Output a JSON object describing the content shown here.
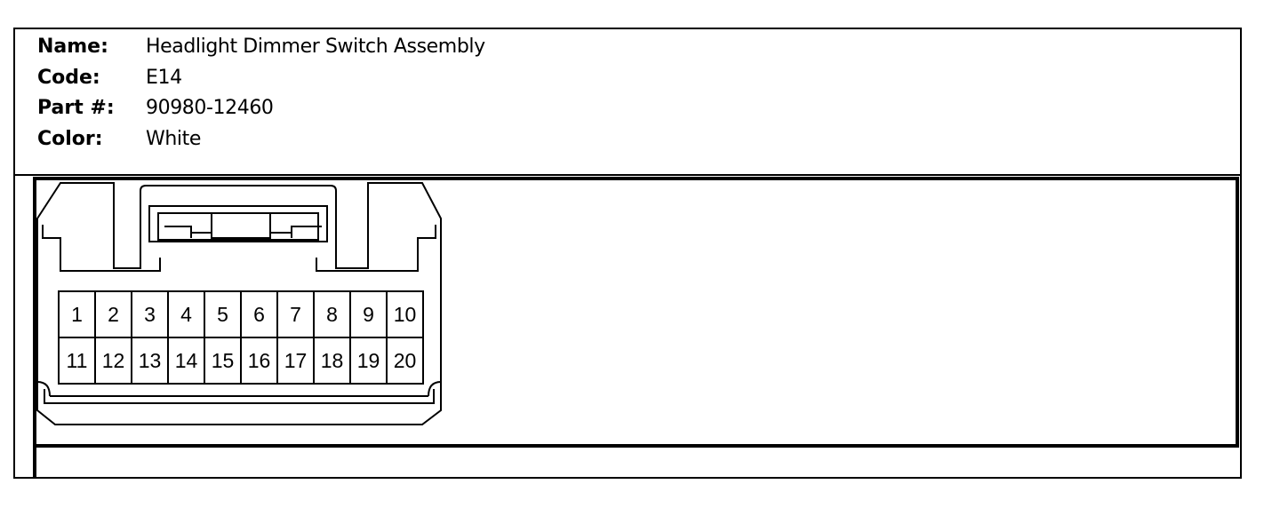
{
  "part_info": {
    "name_label": "Name:",
    "name_value": "Headlight Dimmer Switch Assembly",
    "code_label": "Code:",
    "code_value": "E14",
    "part_label": "Part #:",
    "part_value": "90980-12460",
    "color_label": "Color:",
    "color_value": "White"
  },
  "connector": {
    "pins_row1": [
      "1",
      "2",
      "3",
      "4",
      "5",
      "6",
      "7",
      "8",
      "9",
      "10"
    ],
    "pins_row2": [
      "11",
      "12",
      "13",
      "14",
      "15",
      "16",
      "17",
      "18",
      "19",
      "20"
    ]
  }
}
